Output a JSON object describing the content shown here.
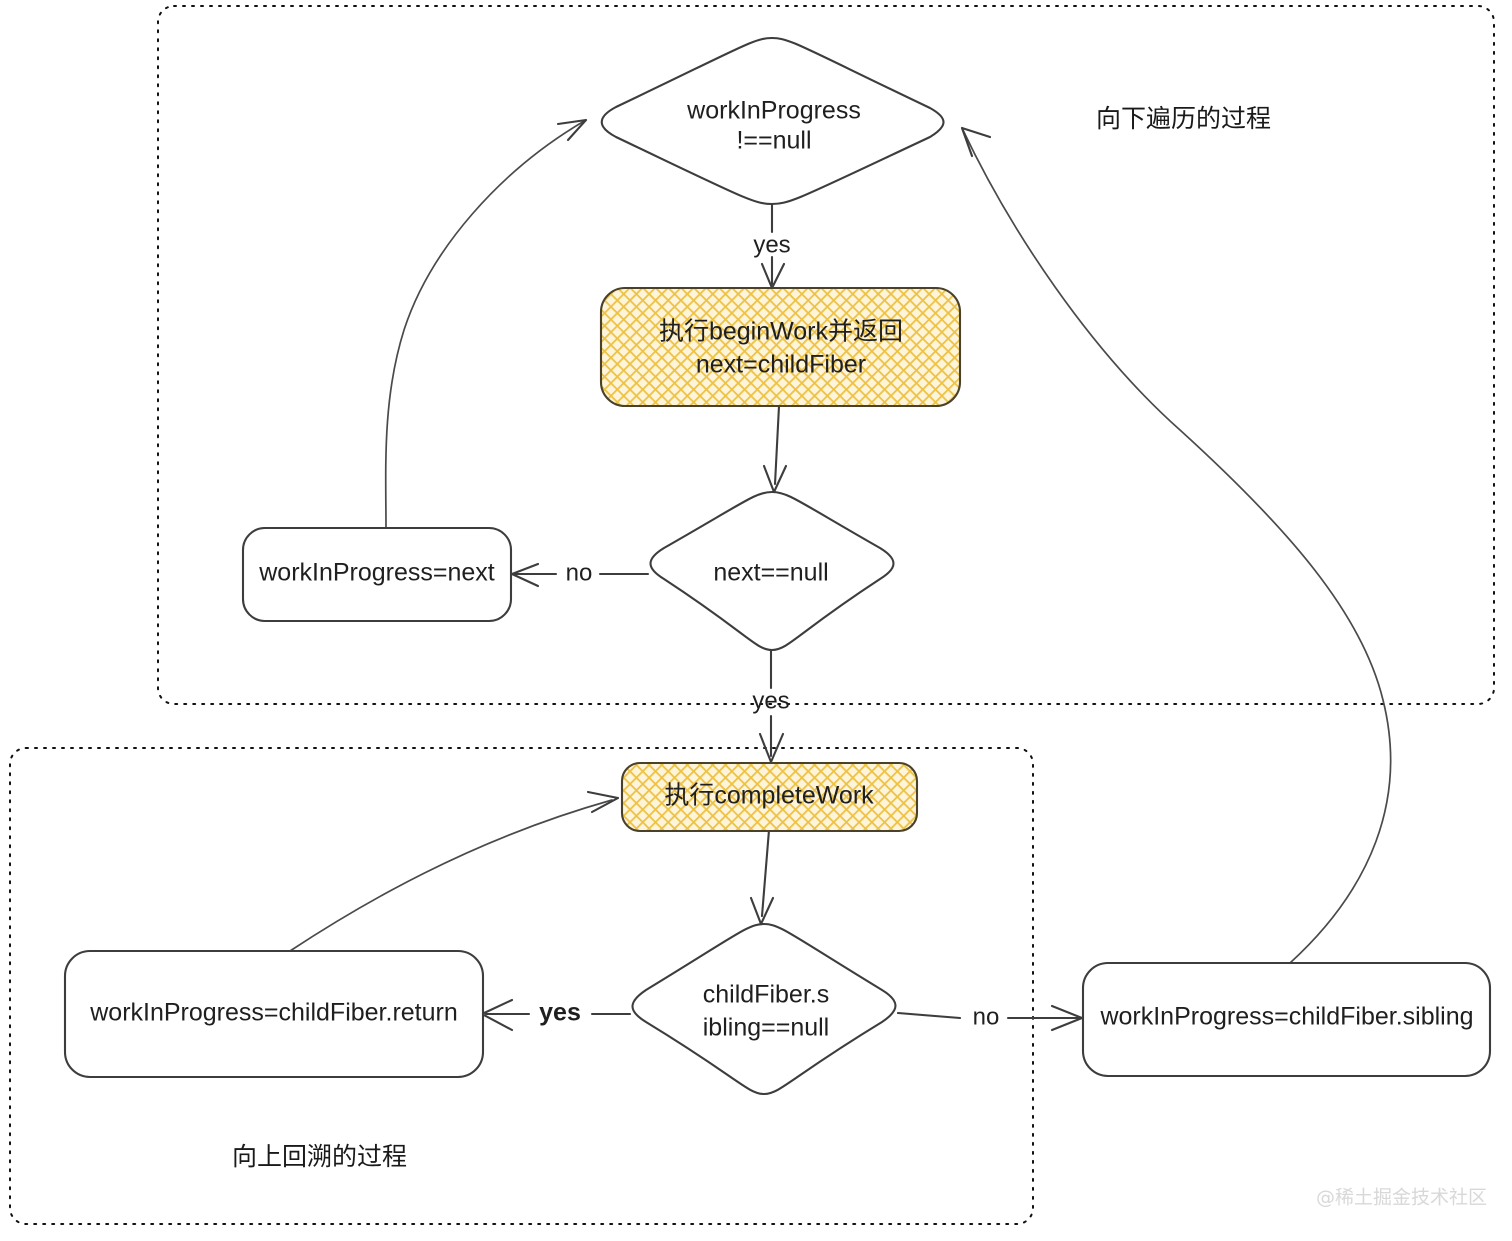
{
  "diagram": {
    "title_watermark": "@稀土掘金技术社区",
    "accent_fill": "#f2cc6b",
    "accent_hatch": "#e8b93a",
    "stroke_color": "#3d3d3d",
    "groups": [
      {
        "id": "down",
        "label": "向下遍历的过程"
      },
      {
        "id": "up",
        "label": "向上回溯的过程"
      }
    ],
    "nodes": {
      "wip_not_null": {
        "shape": "diamond",
        "line1": "workInProgress",
        "line2": "!==null"
      },
      "begin_work": {
        "shape": "rounded-rect",
        "style": "highlight",
        "line1": "执行beginWork并返回",
        "line2": "next=childFiber"
      },
      "next_null": {
        "shape": "diamond",
        "line1": "next==null"
      },
      "wip_next": {
        "shape": "rounded-rect",
        "line1": "workInProgress=next"
      },
      "complete_work": {
        "shape": "rounded-rect",
        "style": "highlight",
        "line1": "执行completeWork"
      },
      "sibling_null": {
        "shape": "diamond",
        "line1": "childFiber.s",
        "line2": "ibling==null"
      },
      "wip_return": {
        "shape": "rounded-rect",
        "line1": "workInProgress=childFiber.return"
      },
      "wip_sibling": {
        "shape": "rounded-rect",
        "line1": "workInProgress=childFiber.sibling"
      }
    },
    "edges": [
      {
        "id": "e1",
        "from": "wip_not_null",
        "to": "begin_work",
        "label": "yes"
      },
      {
        "id": "e2",
        "from": "begin_work",
        "to": "next_null",
        "label": ""
      },
      {
        "id": "e3",
        "from": "next_null",
        "to": "wip_next",
        "label": "no"
      },
      {
        "id": "e4",
        "from": "wip_next",
        "to": "wip_not_null",
        "label": ""
      },
      {
        "id": "e5",
        "from": "next_null",
        "to": "complete_work",
        "label": "yes"
      },
      {
        "id": "e6",
        "from": "complete_work",
        "to": "sibling_null",
        "label": ""
      },
      {
        "id": "e7",
        "from": "sibling_null",
        "to": "wip_return",
        "label": "yes"
      },
      {
        "id": "e8",
        "from": "sibling_null",
        "to": "wip_sibling",
        "label": "no"
      },
      {
        "id": "e9",
        "from": "wip_return",
        "to": "complete_work",
        "label": ""
      },
      {
        "id": "e10",
        "from": "wip_sibling",
        "to": "wip_not_null",
        "label": ""
      }
    ]
  }
}
